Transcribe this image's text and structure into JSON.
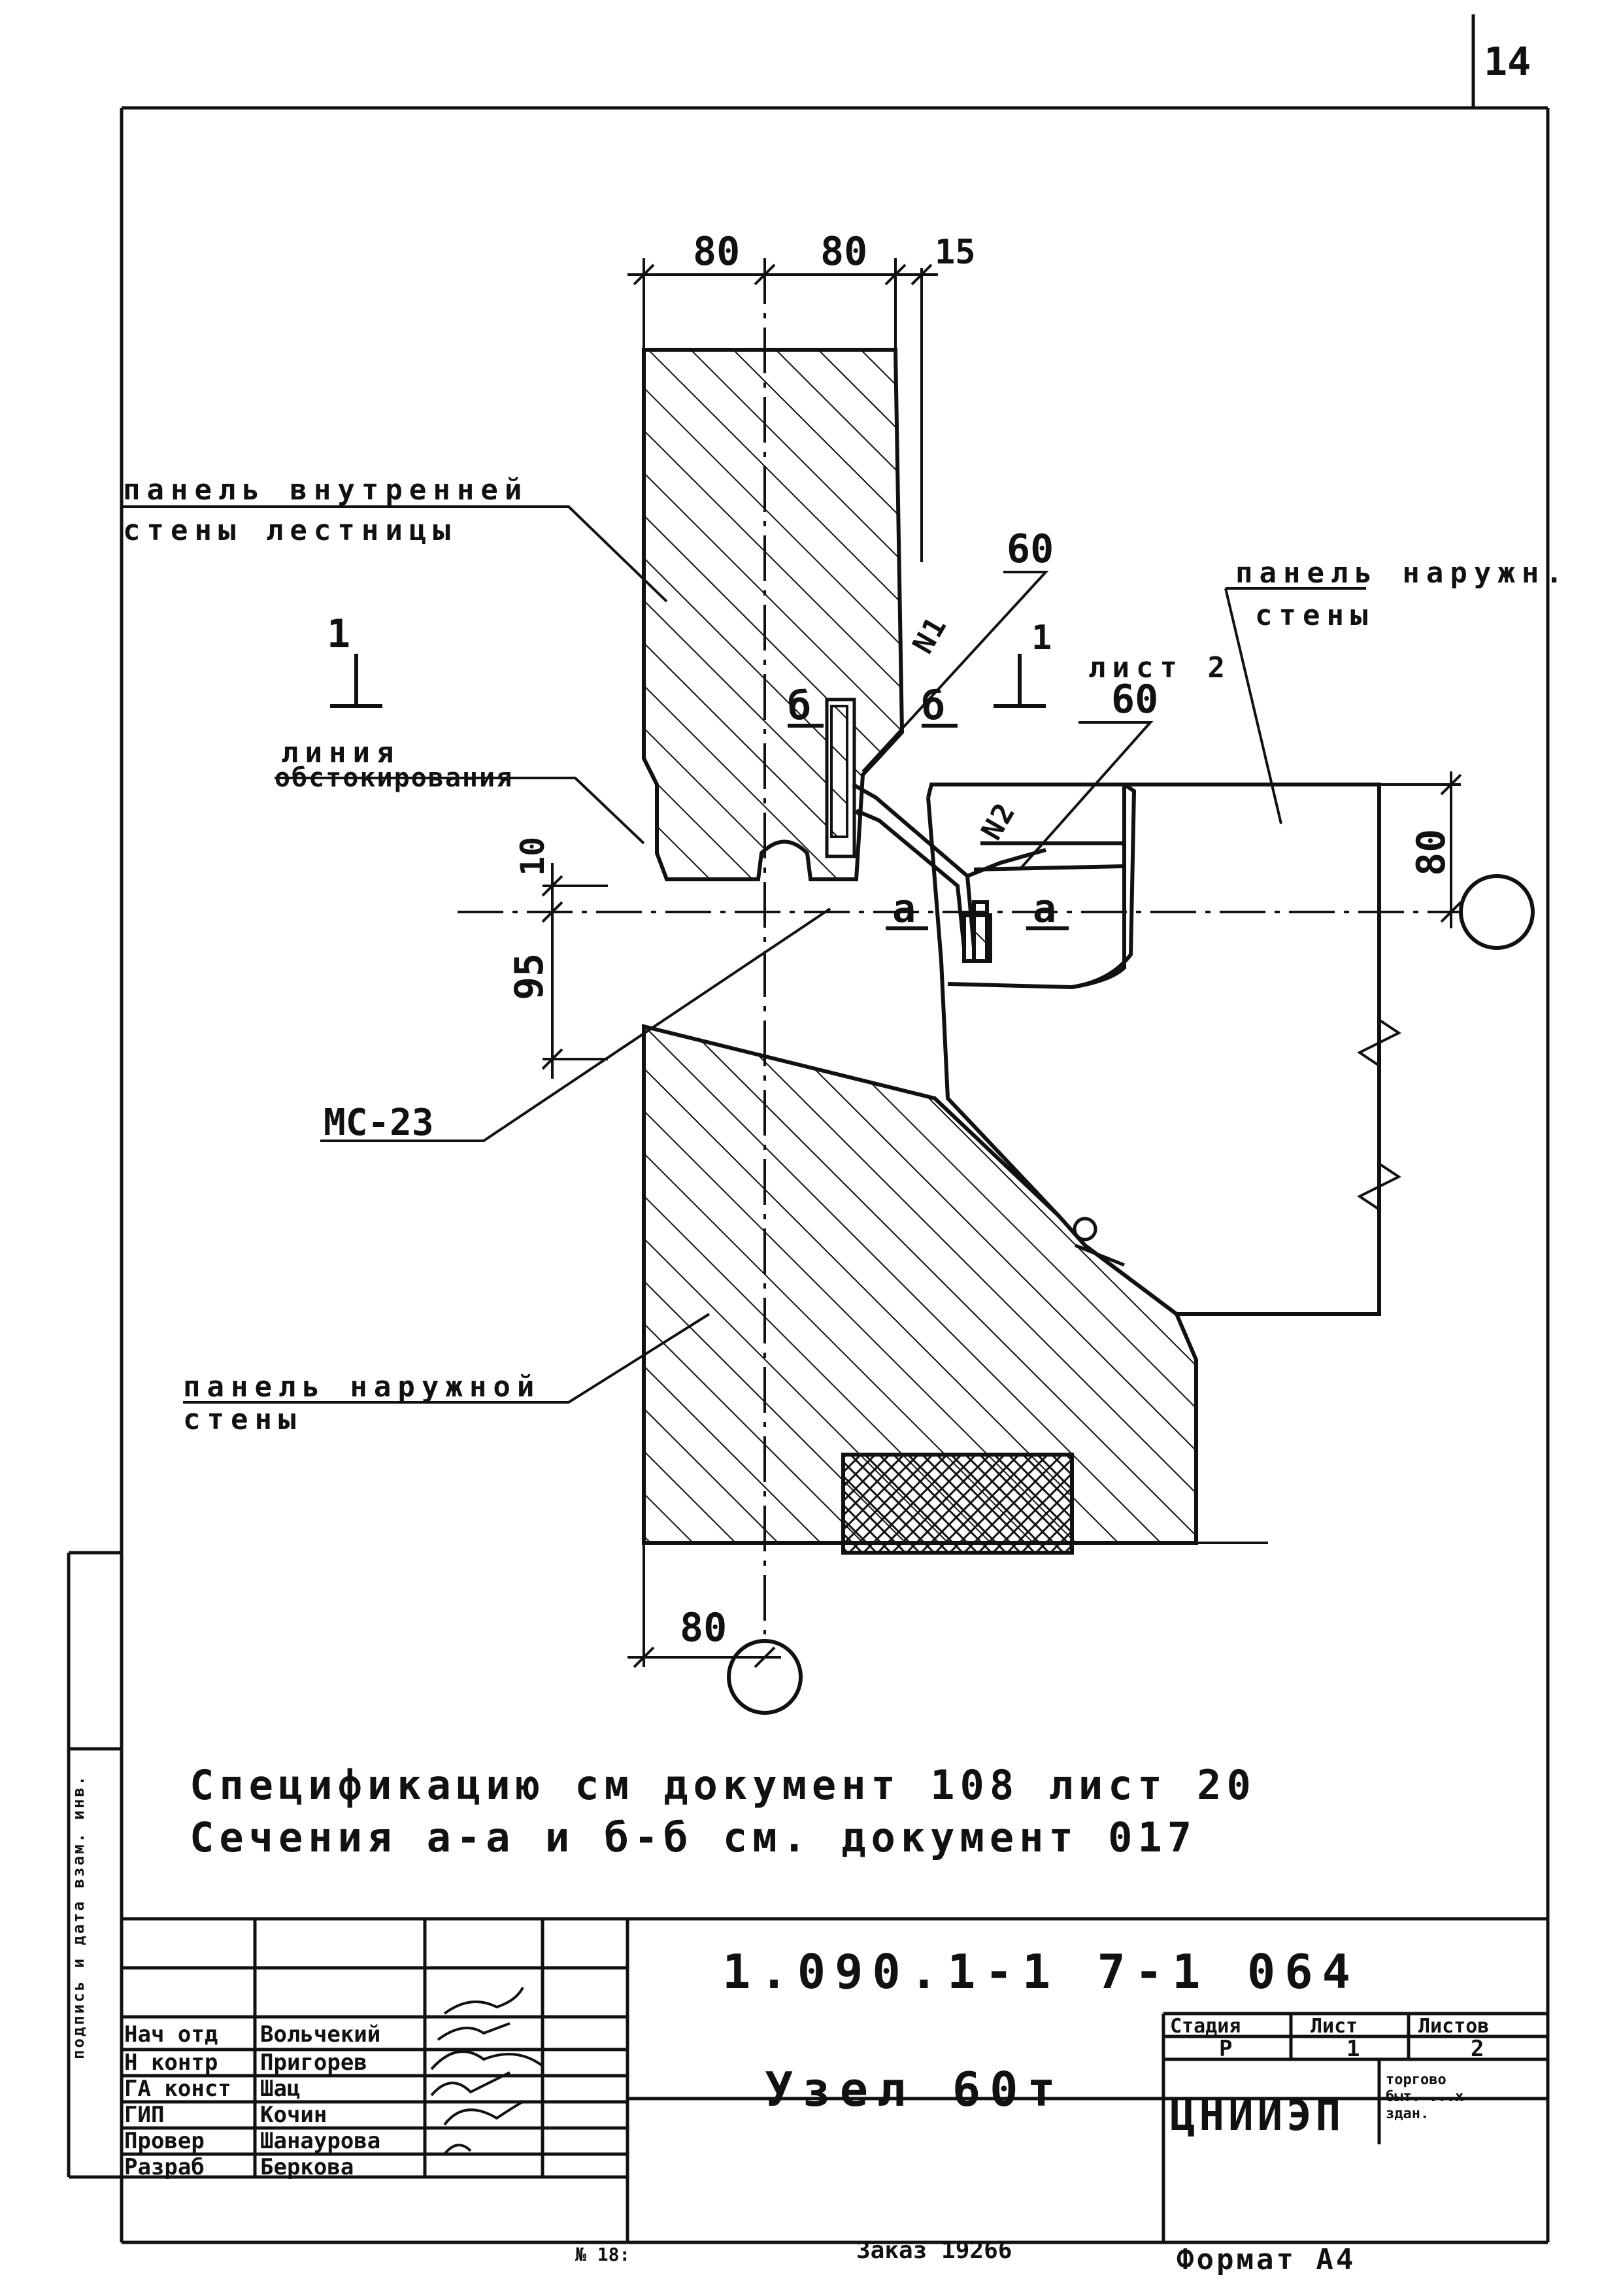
{
  "page_number": "14",
  "labels": {
    "inner_panel": [
      "панель внутренней",
      "стены лестницы"
    ],
    "outer_panel_right": [
      "панель наружн.",
      "стены"
    ],
    "outline_line": [
      "линия",
      "обстокирования"
    ],
    "outer_panel_bottom": [
      "панель наружной",
      "стены"
    ],
    "mastic": "МС-23",
    "sheet_ref": "лист 2",
    "section_mark": "1",
    "section_b": "б",
    "section_a": "а",
    "n1": "N1",
    "n2": "N2"
  },
  "dimensions": {
    "d80a": "80",
    "d80b": "80",
    "d15": "15",
    "d60a": "60",
    "d60b": "60",
    "d10": "10",
    "d95": "95",
    "d80r": "80",
    "d80bottom": "80"
  },
  "notes": [
    "Спецификацию см документ 108 лист 20",
    "Сечения а-а и б-б см. документ 017"
  ],
  "title_block": {
    "code": "1.090.1-1 7-1 064",
    "title": "Узел 60т",
    "org": "ЦНИИЭП",
    "org_sub": [
      "торгово",
      "быт. ...х",
      "здан."
    ],
    "stage_header": "Стадия",
    "sheet_header": "Лист",
    "sheets_header": "Листов",
    "stage": "Р",
    "sheet": "1",
    "sheets": "2",
    "roles": [
      "Нач отд",
      "Н контр",
      "ГА конст",
      "ГИП",
      "Провер",
      "Разраб"
    ],
    "names": [
      "Вольчекий",
      "Пригорев",
      "Шац",
      "Кочин",
      "Шанаурова",
      "Беркова"
    ],
    "format": "Формат А4",
    "order": "Заказ 19266",
    "copied": "№ 18:"
  },
  "side_stamp": "подпись и дата  взам. инв."
}
